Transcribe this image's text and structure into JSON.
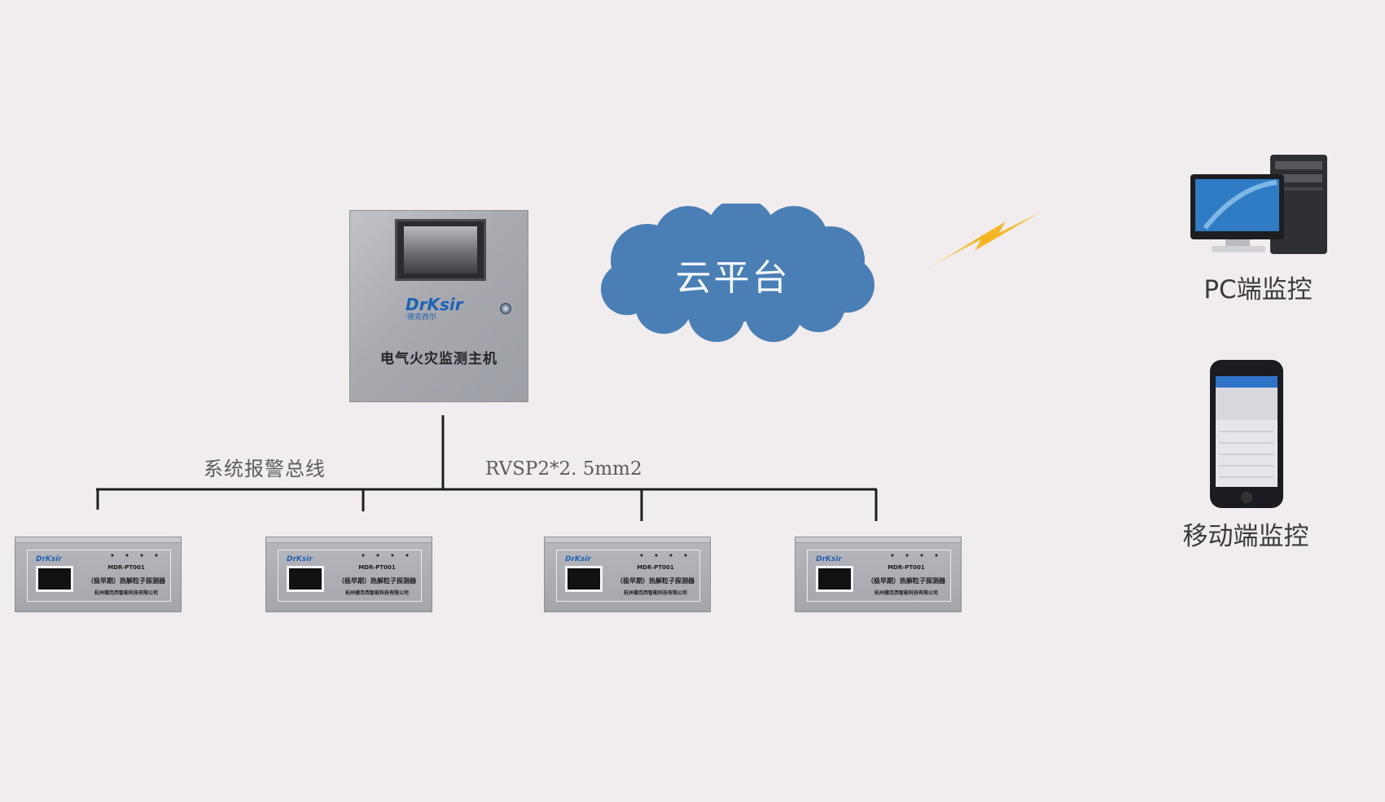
{
  "host": {
    "brand": "DrKsir",
    "brand_sub": "德克西尔",
    "name": "电气火灾监测主机"
  },
  "cloud": {
    "label": "云平台"
  },
  "pc": {
    "label": "PC端监控"
  },
  "mobile": {
    "label": "移动端监控"
  },
  "bus": {
    "label": "系统报警总线",
    "cable": "RVSP2*2. 5mm2"
  },
  "detectors": [
    {
      "brand": "DrKsir",
      "model": "MDR-PT001",
      "type": "（极早期）热解粒子探测器",
      "company": "杭州德克西智能科技有限公司"
    },
    {
      "brand": "DrKsir",
      "model": "MDR-PT001",
      "type": "（极早期）热解粒子探测器",
      "company": "杭州德克西智能科技有限公司"
    },
    {
      "brand": "DrKsir",
      "model": "MDR-PT001",
      "type": "（极早期）热解粒子探测器",
      "company": "杭州德克西智能科技有限公司"
    },
    {
      "brand": "DrKsir",
      "model": "MDR-PT001",
      "type": "（极早期）热解粒子探测器",
      "company": "杭州德克西智能科技有限公司"
    }
  ],
  "colors": {
    "background": "#f1eced",
    "cloud": "#4a7fb5",
    "bolt": "#f2b21c",
    "brand": "#1f63b4",
    "line": "#1e1e1e"
  }
}
